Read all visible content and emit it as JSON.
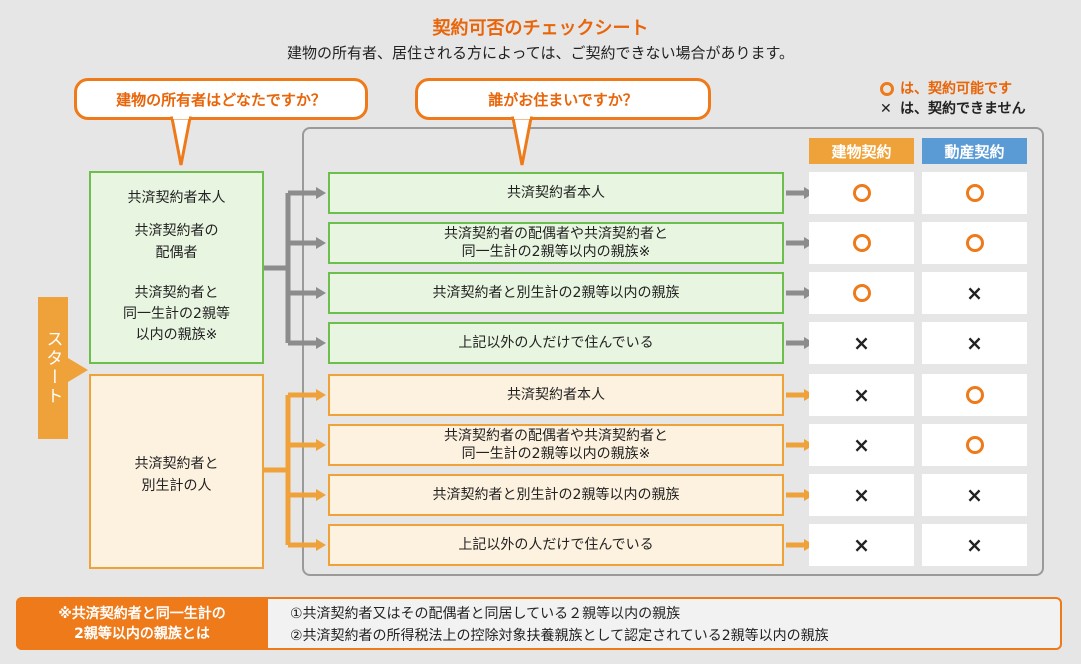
{
  "title": "契約可否のチェックシート",
  "subtitle": "建物の所有者、居住される方によっては、ご契約できない場合があります。",
  "bubbles": {
    "owner_question": "建物の所有者はどなたですか？",
    "resident_question": "誰がお住まいですか？"
  },
  "legend": {
    "ok": "は、契約可能です",
    "ng": "は、契約できません"
  },
  "columns": [
    "建物契約",
    "動産契約"
  ],
  "start_label": "スタート",
  "owner_groups": [
    {
      "lines": [
        "共済契約者本人",
        "共済契約者の",
        "配偶者",
        "共済契約者と",
        "同一生計の2親等",
        "以内の親族※"
      ]
    },
    {
      "lines": [
        "共済契約者と",
        "別生計の人"
      ]
    }
  ],
  "rows": [
    {
      "lines": [
        "共済契約者本人"
      ],
      "building": "○",
      "property": "○"
    },
    {
      "lines": [
        "共済契約者の配偶者や共済契約者と",
        "同一生計の2親等以内の親族※"
      ],
      "building": "○",
      "property": "○"
    },
    {
      "lines": [
        "共済契約者と別生計の2親等以内の親族"
      ],
      "building": "○",
      "property": "×"
    },
    {
      "lines": [
        "上記以外の人だけで住んでいる"
      ],
      "building": "×",
      "property": "×"
    },
    {
      "lines": [
        "共済契約者本人"
      ],
      "building": "×",
      "property": "○"
    },
    {
      "lines": [
        "共済契約者の配偶者や共済契約者と",
        "同一生計の2親等以内の親族※"
      ],
      "building": "×",
      "property": "○"
    },
    {
      "lines": [
        "共済契約者と別生計の2親等以内の親族"
      ],
      "building": "×",
      "property": "×"
    },
    {
      "lines": [
        "上記以外の人だけで住んでいる"
      ],
      "building": "×",
      "property": "×"
    }
  ],
  "note": {
    "title_lines": [
      "※共済契約者と同一生計の",
      "2親等以内の親族とは"
    ],
    "items": [
      "①共済契約者又はその配偶者と同居している２親等以内の親族",
      "②共済契約者の所得税法上の控除対象扶養親族として認定されている2親等以内の親族"
    ]
  },
  "colors": {
    "accent": "#ee7a1a",
    "building_header": "#f0a23a",
    "property_header": "#5b9bd5",
    "group_green": "#6cbf4c",
    "group_orange": "#f0a23a",
    "arrow_gray": "#8c8c8c"
  }
}
